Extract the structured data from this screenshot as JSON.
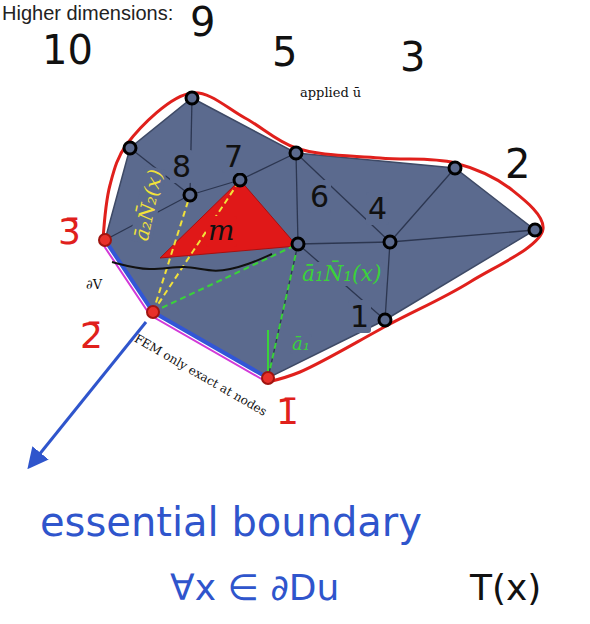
{
  "diagram": {
    "title": "Higher dimensions:",
    "labels": [
      "10",
      "9",
      "5",
      "3",
      "applied ū",
      "8",
      "7",
      "6",
      "4",
      "2",
      "ā₂N̄₂(x)",
      "m",
      "ā₁N̄₁(x)",
      "1",
      "ā₁",
      "∂V",
      "FEM only exact at nodes",
      "3̄",
      "2̄",
      "1̄",
      "essential boundary",
      "∀x ∈ ∂Du",
      "T(x)"
    ]
  }
}
